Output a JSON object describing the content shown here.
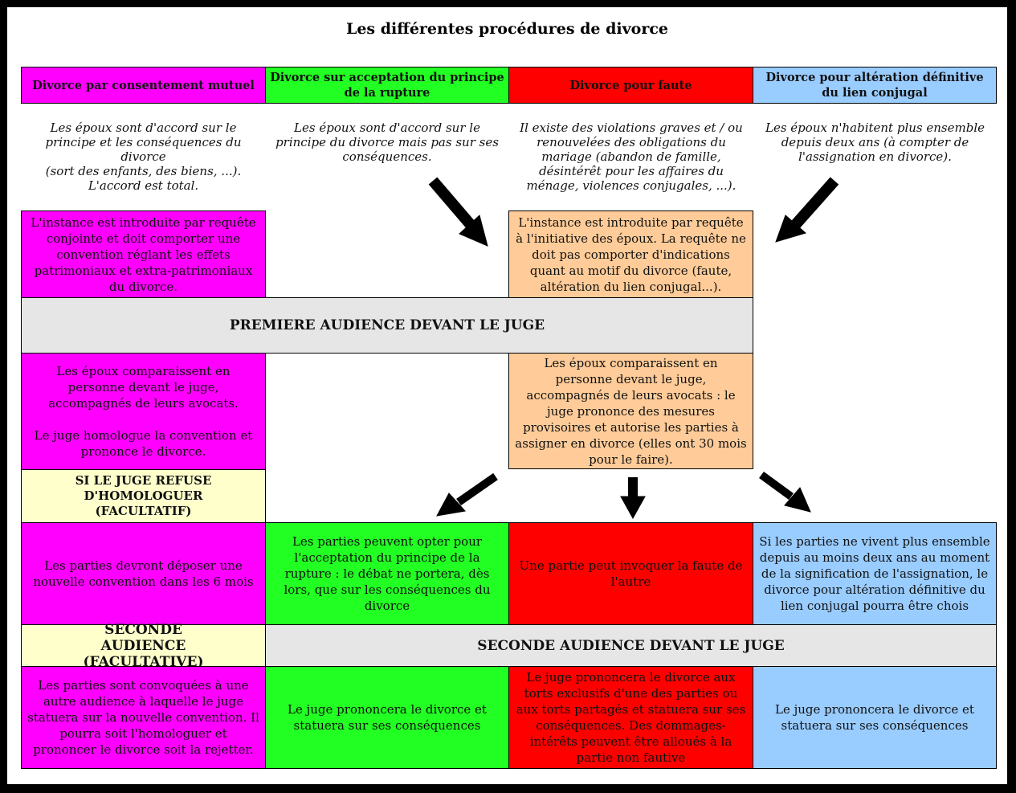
{
  "title": "Les différentes procédures de divorce",
  "headers": [
    "Divorce par consentement mutuel",
    "Divorce sur acceptation du principe de la rupture",
    "Divorce pour faute",
    "Divorce pour altération définitive du lien conjugal"
  ],
  "descriptions": [
    "Les époux sont d'accord sur le principe et les conséquences du divorce\n(sort des enfants, des biens, ...).\nL'accord est total.",
    "Les époux sont d'accord sur le principe du divorce mais pas sur ses conséquences.",
    "Il existe des violations graves et / ou renouvelées des obligations du mariage (abandon de famille, désintérêt pour les affaires du ménage, violences conjugales, ...).",
    "Les époux n'habitent plus ensemble depuis deux ans (à compter de l'assignation en divorce)."
  ],
  "instance_mutuel": "L'instance est introduite par requête conjointe et doit comporter une convention réglant les effets patrimoniaux et extra-patrimoniaux du divorce.",
  "instance_contentieux": "L'instance est introduite par requête à l'initiative des époux. La requête ne doit pas comporter d'indications quant au motif du divorce (faute, altération du lien conjugal...).",
  "premiere_audience": "PREMIERE AUDIENCE DEVANT LE JUGE",
  "comparution_mutuel": "Les époux comparaissent en personne devant le juge, accompagnés de leurs avocats.\n\nLe juge homologue la convention et prononce le divorce.",
  "comparution_contentieux": "Les époux comparaissent en personne devant le juge, accompagnés de leurs avocats : le juge prononce des mesures provisoires et autorise les parties à assigner en divorce (elles ont 30 mois pour le faire).",
  "refus_homologation": "SI LE JUGE REFUSE D'HOMOLOGUER (FACULTATIF)",
  "options": [
    "Les parties devront déposer une nouvelle convention dans les 6 mois",
    "Les parties peuvent opter pour l'acceptation du principe de la rupture : le débat ne portera, dès lors, que sur les conséquences du divorce",
    "Une partie peut invoquer la faute de l'autre",
    "Si les parties ne vivent plus ensemble depuis au moins deux ans au moment de la signification de l'assignation, le divorce pour altération définitive du lien conjugal pourra être chois"
  ],
  "seconde_audience_facultative": "SECONDE AUDIENCE (FACULTATIVE)",
  "seconde_audience": "SECONDE AUDIENCE DEVANT LE JUGE",
  "outcomes": [
    "Les parties sont convoquées à une autre audience à laquelle le juge statuera sur la nouvelle convention. Il pourra soit l'homologuer et prononcer le divorce soit la rejetter.",
    "Le juge prononcera le divorce et statuera sur ses conséquences",
    "Le juge prononcera le divorce aux torts exclusifs d'une des parties ou aux torts partagés et statuera sur ses conséquences. Des dommages-intérêts peuvent être alloués à la partie non fautive",
    "Le juge prononcera le divorce et statuera sur ses conséquences"
  ],
  "colors": {
    "mutuel": "#ff00ff",
    "acceptation": "#22ff22",
    "faute": "#ff0000",
    "alteration": "#99ccff",
    "procedure": "#ffcc99",
    "audience": "#e6e6e6",
    "facultatif": "#ffffcc"
  }
}
